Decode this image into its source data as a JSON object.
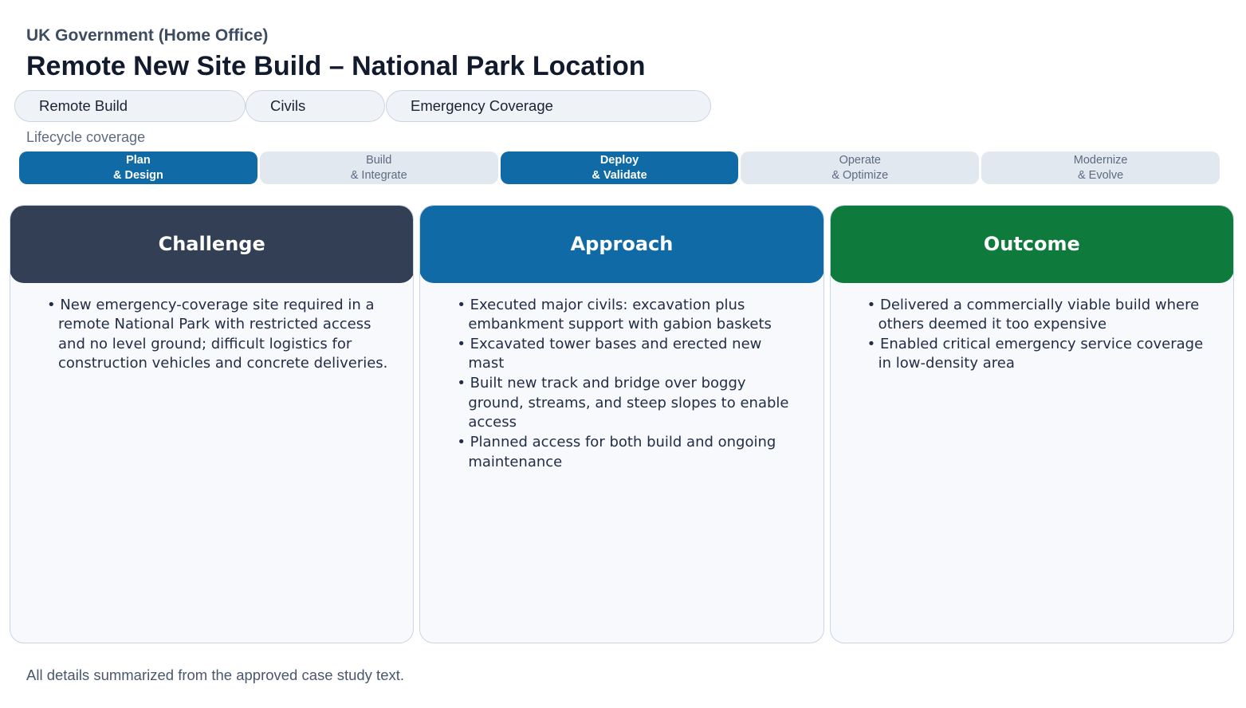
{
  "header": {
    "kicker": "UK Government (Home Office)",
    "title": "Remote New Site Build – National Park Location"
  },
  "tags": {
    "items": [
      {
        "label": "Remote Build"
      },
      {
        "label": "Civils"
      },
      {
        "label": "Emergency Coverage"
      }
    ]
  },
  "lifecycle": {
    "label": "Lifecycle coverage",
    "stages": [
      {
        "line1": "Plan",
        "line2": "& Design",
        "active": true
      },
      {
        "line1": "Build",
        "line2": "& Integrate",
        "active": false
      },
      {
        "line1": "Deploy",
        "line2": "& Validate",
        "active": true
      },
      {
        "line1": "Operate",
        "line2": "& Optimize",
        "active": false
      },
      {
        "line1": "Modernize",
        "line2": "& Evolve",
        "active": false
      }
    ]
  },
  "cards": [
    {
      "title": "Challenge",
      "header_color": "#333f54",
      "bullets": [
        "New emergency-coverage site required in a remote National Park with restricted access and no level ground; difficult logistics for construction vehicles and concrete deliveries."
      ]
    },
    {
      "title": "Approach",
      "header_color": "#0f6aa5",
      "bullets": [
        "Executed major civils: excavation plus embankment support with gabion baskets",
        "Excavated tower bases and erected new mast",
        "Built new track and bridge over boggy ground, streams, and steep slopes to enable access",
        "Planned access for both build and ongoing maintenance"
      ]
    },
    {
      "title": "Outcome",
      "header_color": "#0e7a3c",
      "bullets": [
        "Delivered a commercially viable build where others deemed it too expensive",
        "Enabled critical emergency service coverage in low-density area"
      ]
    }
  ],
  "footer": {
    "note": "All details summarized from the approved case study text."
  },
  "colors": {
    "active_blue": "#0f6aa5",
    "inactive_stage_bg": "#e2e8f0",
    "challenge_header": "#333f54",
    "outcome_green": "#0e7a3c",
    "card_bg": "#f7f9fc",
    "card_border": "#c9d5e5",
    "pill_bg": "#eff2f7",
    "pill_border": "#cad4e2"
  }
}
